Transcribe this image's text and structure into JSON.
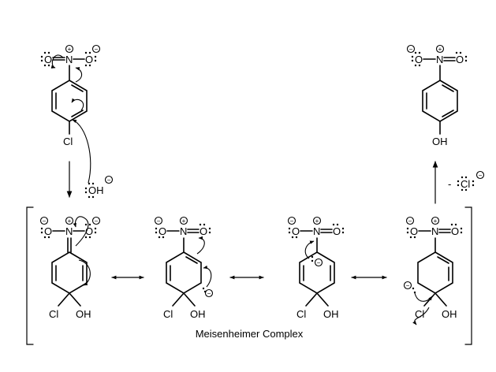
{
  "atoms": {
    "oxygen": "O",
    "nitrogen": "N",
    "chlorine": "Cl",
    "hydroxide": "OH",
    "hydroxyl": "OH",
    "chloride": "Cl"
  },
  "charges": {
    "plus": "+",
    "minus": "−"
  },
  "reagents": {
    "chloride_loss_sign": "-"
  },
  "caption": "Meisenheimer Complex"
}
